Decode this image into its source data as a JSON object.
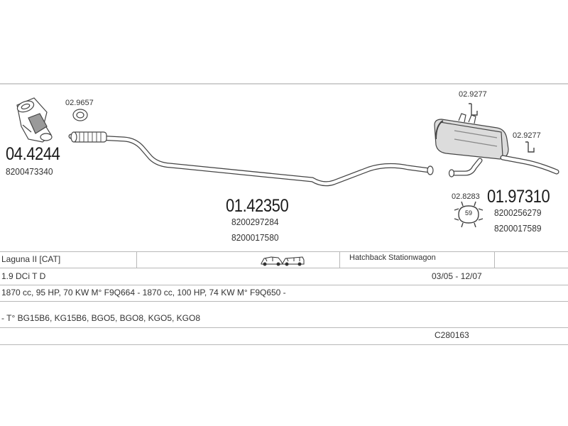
{
  "parts": [
    {
      "code": "04.4244",
      "oe": [
        "8200473340"
      ]
    },
    {
      "code": "02.9657",
      "oe": []
    },
    {
      "code": "01.42350",
      "oe": [
        "8200297284",
        "8200017580"
      ]
    },
    {
      "code": "02.9277",
      "oe": []
    },
    {
      "code": "02.9277",
      "oe": []
    },
    {
      "code": "02.8283",
      "oe": []
    },
    {
      "code": "01.97310",
      "oe": [
        "8200256279",
        "8200017589"
      ]
    }
  ],
  "clamp_badge": "59",
  "vehicle_icons": [
    "hatchback-car-icon",
    "station-wagon-car-icon"
  ],
  "table": {
    "model": "Laguna II  [CAT]",
    "body_types": "Hatchback Stationwagon",
    "engine": "1.9 DCi T D",
    "period": "03/05 - 12/07",
    "specs": "1870 cc, 95 HP, 70 KW M° F9Q664 - 1870 cc, 100 HP, 74 KW M° F9Q650 -",
    "types": "- T° BG15B6, KG15B6, BGO5, BGO8, KGO5, KGO8",
    "catalog": "C280163"
  },
  "colors": {
    "line": "#b8b8b8",
    "part_stroke": "#444444",
    "text": "#222222"
  }
}
